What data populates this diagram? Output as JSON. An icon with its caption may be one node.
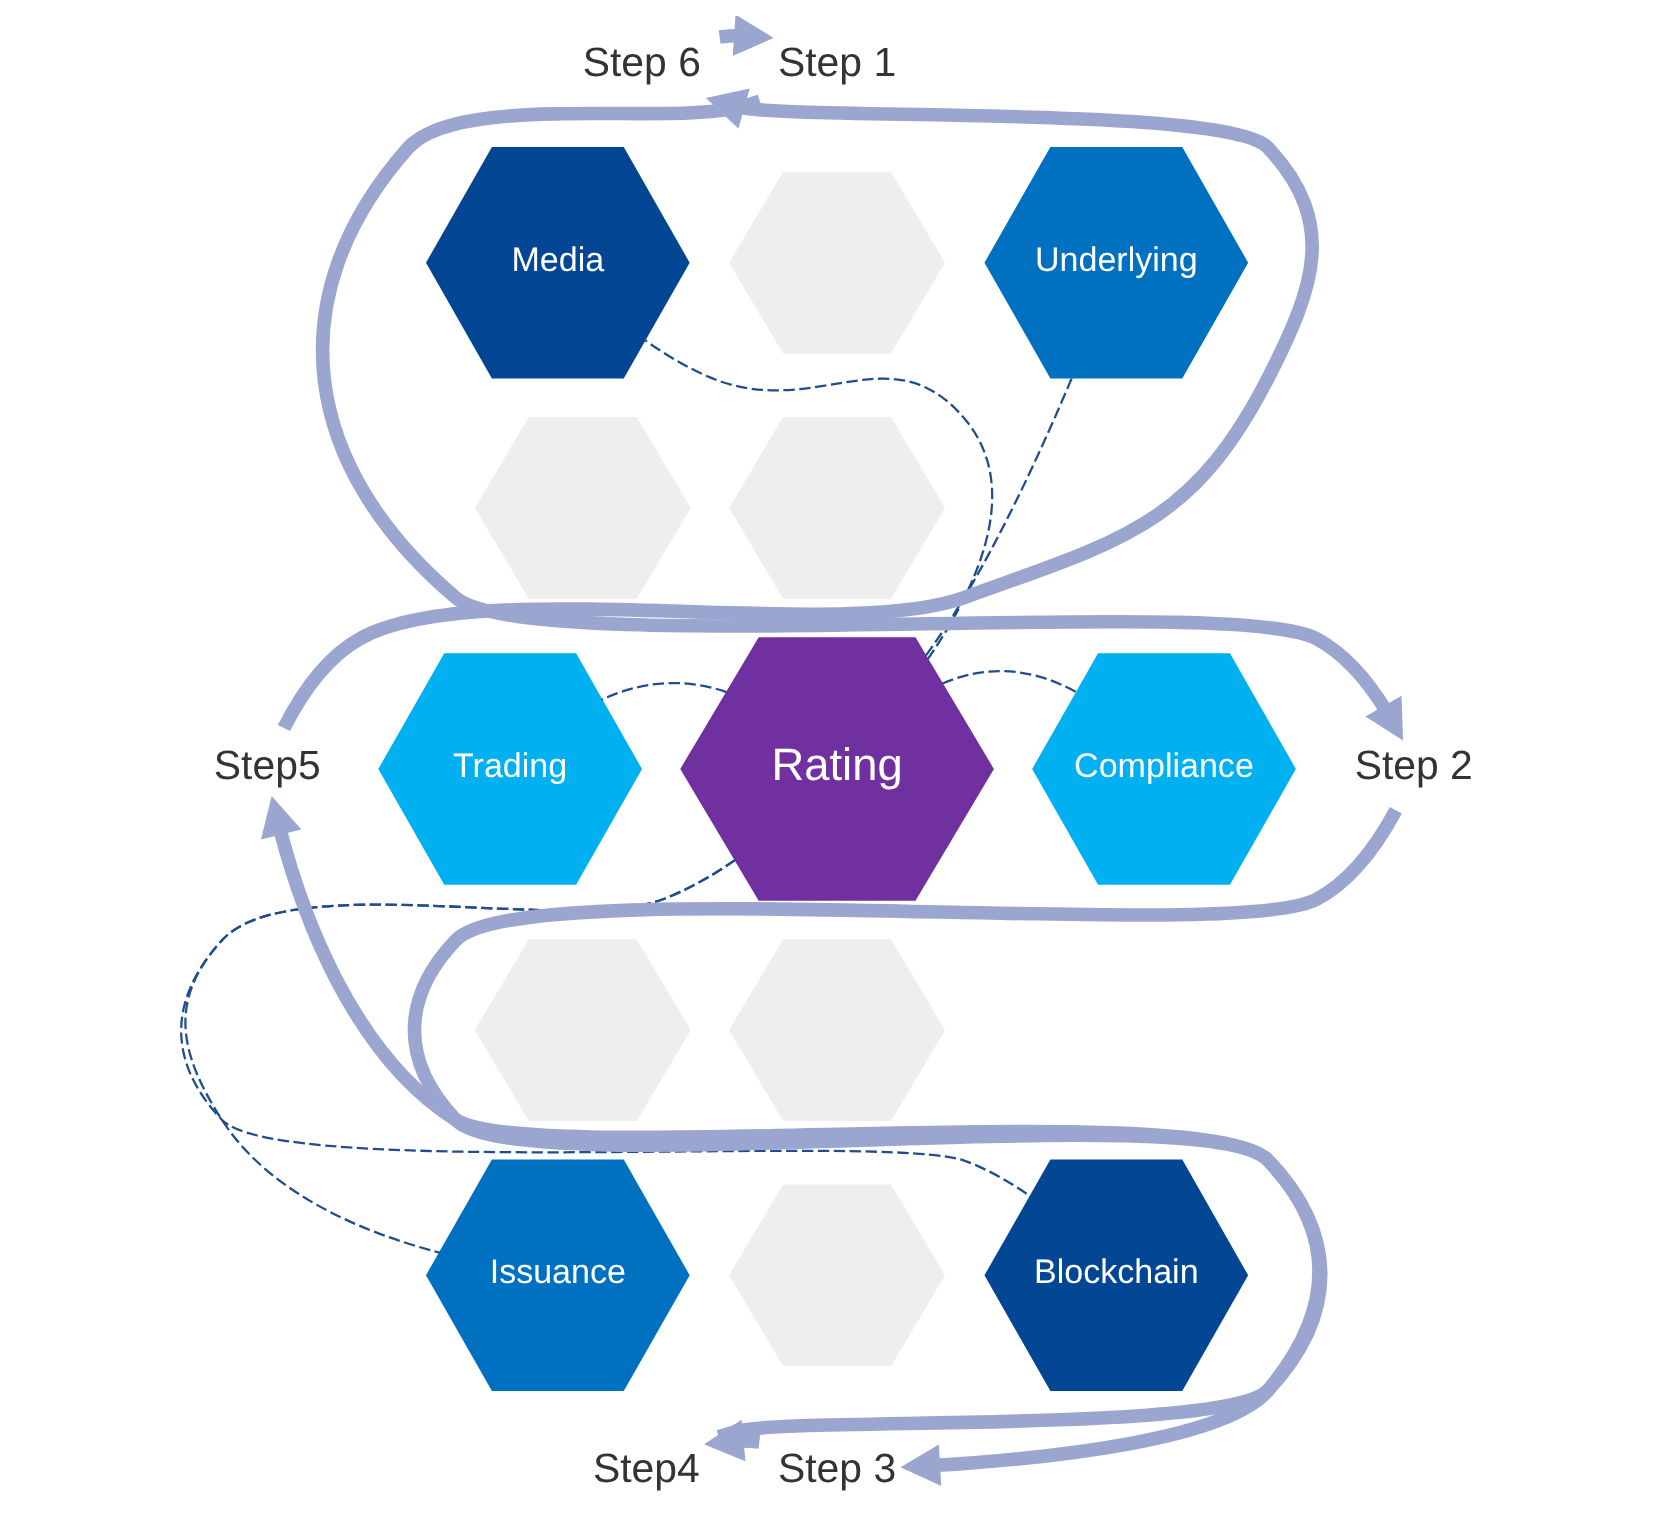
{
  "diagram": {
    "nodes": [
      {
        "text": [
          "Rating"
        ]
      },
      {
        "text": [
          "Media"
        ]
      },
      {
        "text": [
          "Underlying"
        ]
      },
      {
        "text": [
          "Compliance"
        ]
      },
      {
        "text": [
          "Blockchain"
        ]
      },
      {
        "text": [
          "Issuance"
        ]
      },
      {
        "text": [
          "Trading"
        ]
      },
      {
        "text": [],
        "shape": "hexagon"
      },
      {
        "text": [],
        "shape": "hexagon"
      },
      {
        "text": [],
        "shape": "hexagon"
      },
      {
        "text": [],
        "shape": "hexagon"
      },
      {
        "text": [],
        "shape": "hexagon"
      },
      {
        "text": [],
        "shape": "hexagon"
      },
      {
        "text": [
          "Step 6"
        ]
      },
      {
        "text": [
          "Step 1"
        ]
      },
      {
        "text": [
          "Step5"
        ]
      },
      {
        "text": [
          "Step 2"
        ]
      },
      {
        "text": [
          "Step4"
        ]
      },
      {
        "text": [
          "Step 3"
        ]
      }
    ],
    "edges": [
      {
        "from": 0,
        "to": 1,
        "arrow": "none",
        "style": "dashed"
      },
      {
        "from": 0,
        "to": 2,
        "arrow": "none",
        "style": "dashed"
      },
      {
        "from": 0,
        "to": 3,
        "arrow": "none",
        "style": "dashed"
      },
      {
        "from": 0,
        "to": 4,
        "arrow": "none",
        "style": "dashed"
      },
      {
        "from": 0,
        "to": 5,
        "arrow": "none",
        "style": "dashed"
      },
      {
        "from": 0,
        "to": 6,
        "arrow": "none",
        "style": "dashed"
      },
      {
        "from": 13,
        "to": 14,
        "arrow": "to",
        "style": "thick",
        "color": "#9ba6d0"
      },
      {
        "from": 14,
        "to": 16,
        "arrow": "to",
        "style": "thick",
        "color": "#9ba6d0"
      },
      {
        "from": 16,
        "to": 18,
        "arrow": "to",
        "style": "thick",
        "color": "#9ba6d0"
      },
      {
        "from": 18,
        "to": 17,
        "arrow": "to",
        "style": "thick",
        "color": "#9ba6d0"
      },
      {
        "from": 17,
        "to": 15,
        "arrow": "to",
        "style": "thick",
        "color": "#9ba6d0"
      },
      {
        "from": 15,
        "to": 13,
        "arrow": "to",
        "style": "thick",
        "color": "#9ba6d0"
      }
    ]
  }
}
